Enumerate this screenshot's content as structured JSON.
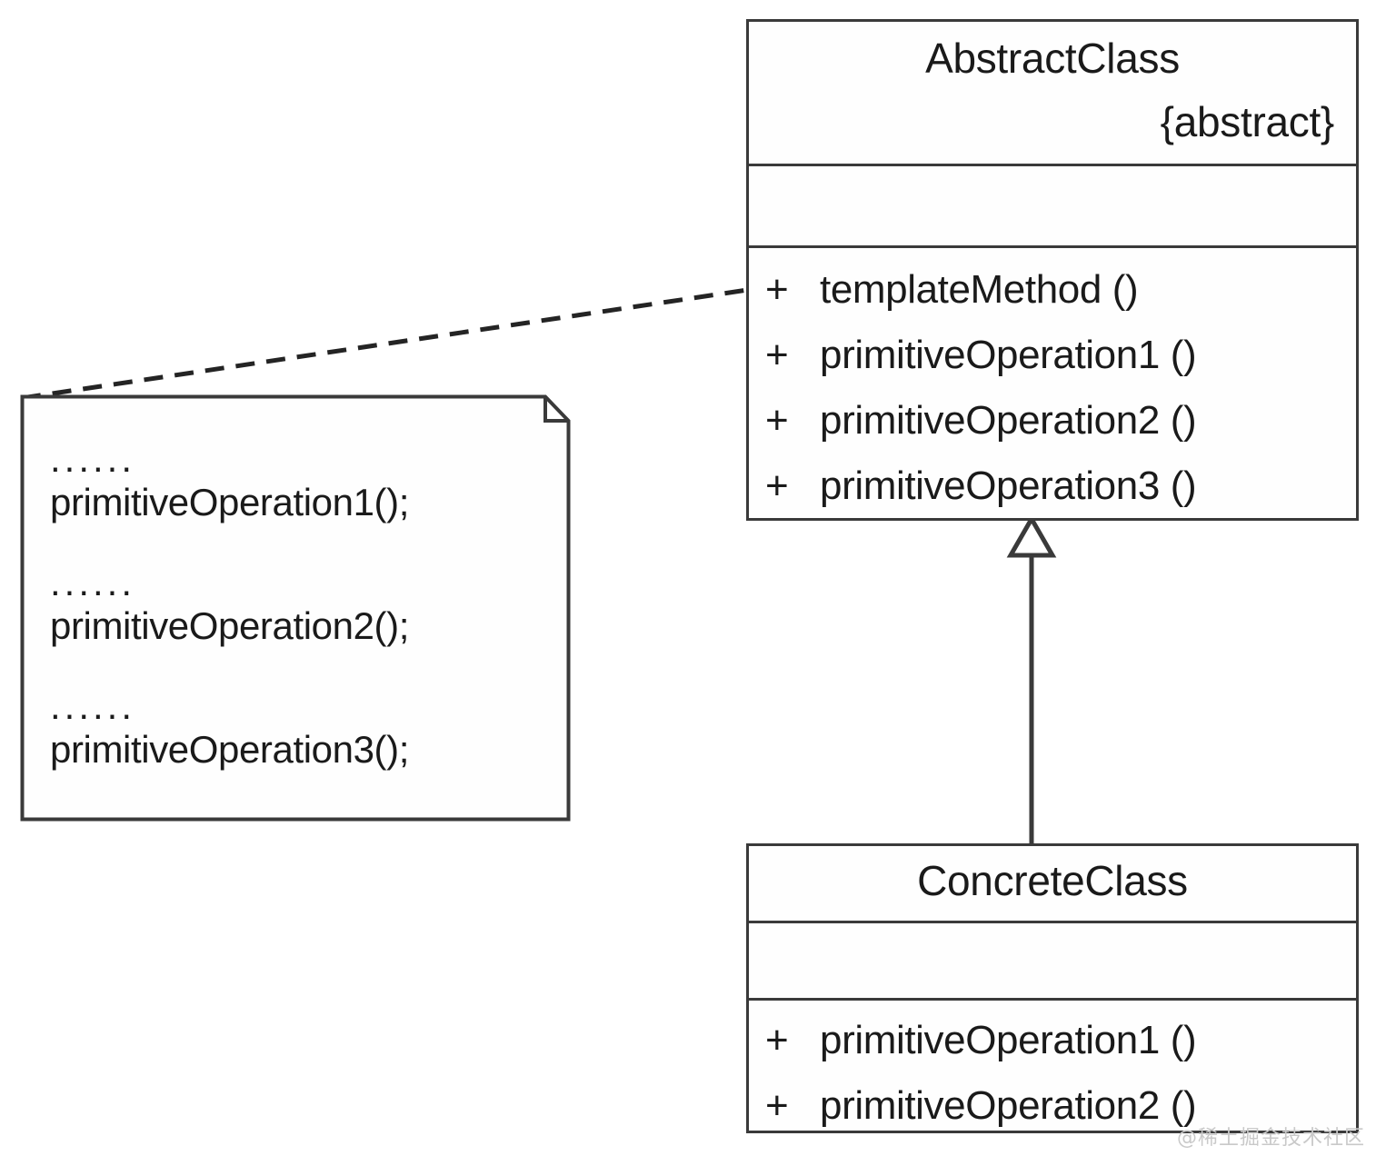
{
  "diagram": {
    "kind": "uml-class-diagram",
    "title": "Template Method pattern structure",
    "colors": {
      "stroke": "#3a3a3a",
      "text": "#1a1a1a",
      "background": "#ffffff",
      "watermark": "#c9c9c9"
    }
  },
  "abstract_class": {
    "name": "AbstractClass",
    "stereotype": "{abstract}",
    "attributes": [],
    "methods": [
      {
        "visibility": "+",
        "signature": "templateMethod ()"
      },
      {
        "visibility": "+",
        "signature": "primitiveOperation1 ()"
      },
      {
        "visibility": "+",
        "signature": "primitiveOperation2 ()"
      },
      {
        "visibility": "+",
        "signature": "primitiveOperation3 ()"
      }
    ]
  },
  "concrete_class": {
    "name": "ConcreteClass",
    "attributes": [],
    "methods": [
      {
        "visibility": "+",
        "signature": "primitiveOperation1 ()"
      },
      {
        "visibility": "+",
        "signature": "primitiveOperation2 ()"
      }
    ]
  },
  "note": {
    "lines": [
      {
        "type": "dots",
        "text": "......"
      },
      {
        "type": "code",
        "text": "primitiveOperation1();"
      },
      {
        "type": "dots",
        "text": "......"
      },
      {
        "type": "code",
        "text": "primitiveOperation2();"
      },
      {
        "type": "dots",
        "text": "......"
      },
      {
        "type": "code",
        "text": "primitiveOperation3();"
      }
    ]
  },
  "relationships": [
    {
      "type": "generalization",
      "from": "ConcreteClass",
      "to": "AbstractClass",
      "marker": "hollow-triangle",
      "line": "solid"
    },
    {
      "type": "note-anchor",
      "from": "note",
      "to": "AbstractClass.templateMethod ()",
      "line": "dashed"
    }
  ],
  "watermark": {
    "text": "@稀土掘金技术社区"
  }
}
